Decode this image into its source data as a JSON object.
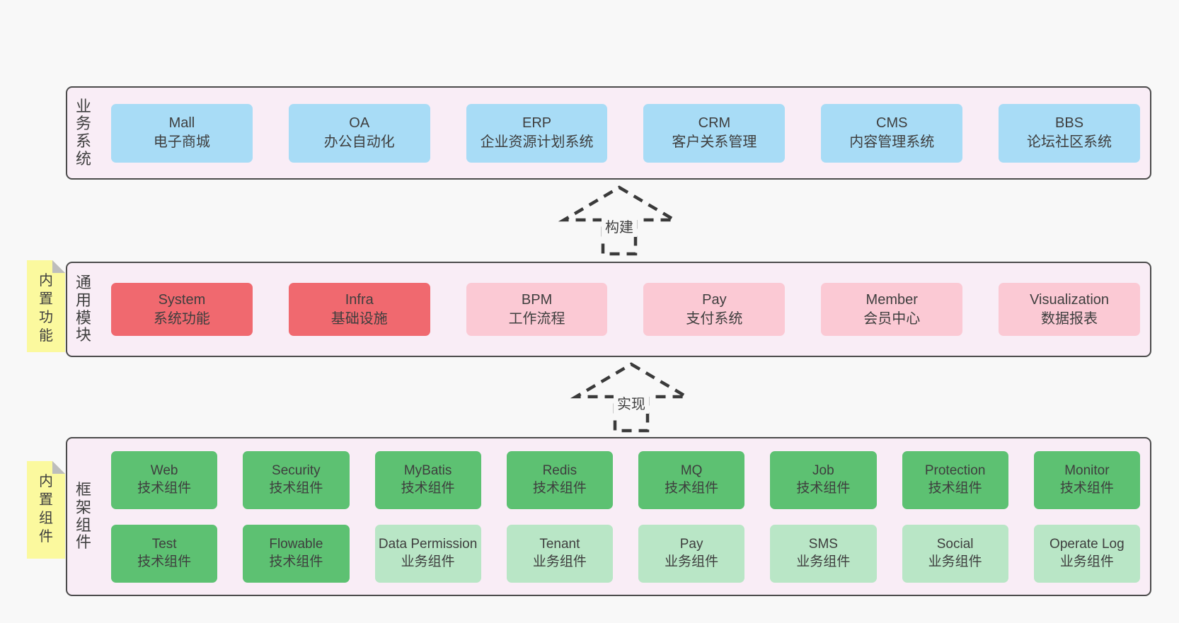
{
  "diagram": {
    "arrows": {
      "build": "构建",
      "implement": "实现"
    },
    "business": {
      "label": "业务系统",
      "boxes": [
        {
          "title": "Mall",
          "subtitle": "电子商城"
        },
        {
          "title": "OA",
          "subtitle": "办公自动化"
        },
        {
          "title": "ERP",
          "subtitle": "企业资源计划系统"
        },
        {
          "title": "CRM",
          "subtitle": "客户关系管理"
        },
        {
          "title": "CMS",
          "subtitle": "内容管理系统"
        },
        {
          "title": "BBS",
          "subtitle": "论坛社区系统"
        }
      ]
    },
    "modules": {
      "label": "通用模块",
      "sticky": "内置功能",
      "boxes": [
        {
          "title": "System",
          "subtitle": "系统功能"
        },
        {
          "title": "Infra",
          "subtitle": "基础设施"
        },
        {
          "title": "BPM",
          "subtitle": "工作流程"
        },
        {
          "title": "Pay",
          "subtitle": "支付系统"
        },
        {
          "title": "Member",
          "subtitle": "会员中心"
        },
        {
          "title": "Visualization",
          "subtitle": "数据报表"
        }
      ]
    },
    "components": {
      "label": "框架组件",
      "sticky": "内置组件",
      "row1": [
        {
          "title": "Web",
          "subtitle": "技术组件"
        },
        {
          "title": "Security",
          "subtitle": "技术组件"
        },
        {
          "title": "MyBatis",
          "subtitle": "技术组件"
        },
        {
          "title": "Redis",
          "subtitle": "技术组件"
        },
        {
          "title": "MQ",
          "subtitle": "技术组件"
        },
        {
          "title": "Job",
          "subtitle": "技术组件"
        },
        {
          "title": "Protection",
          "subtitle": "技术组件"
        },
        {
          "title": "Monitor",
          "subtitle": "技术组件"
        }
      ],
      "row2": [
        {
          "title": "Test",
          "subtitle": "技术组件"
        },
        {
          "title": "Flowable",
          "subtitle": "技术组件"
        },
        {
          "title": "Data Permission",
          "subtitle": "业务组件"
        },
        {
          "title": "Tenant",
          "subtitle": "业务组件"
        },
        {
          "title": "Pay",
          "subtitle": "业务组件"
        },
        {
          "title": "SMS",
          "subtitle": "业务组件"
        },
        {
          "title": "Social",
          "subtitle": "业务组件"
        },
        {
          "title": "Operate Log",
          "subtitle": "业务组件"
        }
      ]
    },
    "colors": {
      "page_bg": "#f8f8f8",
      "band_bg": "#f9edf6",
      "band_border": "#4b4b4b",
      "blue": "#a8dcf6",
      "red": "#f0696f",
      "pink": "#fbc9d4",
      "green": "#5dc172",
      "light_green": "#b9e6c6",
      "sticky_yellow": "#fbf99e",
      "fold_gray": "#bdbdbd",
      "text": "#3e3e3e",
      "dash": "#3a3a3a"
    }
  }
}
